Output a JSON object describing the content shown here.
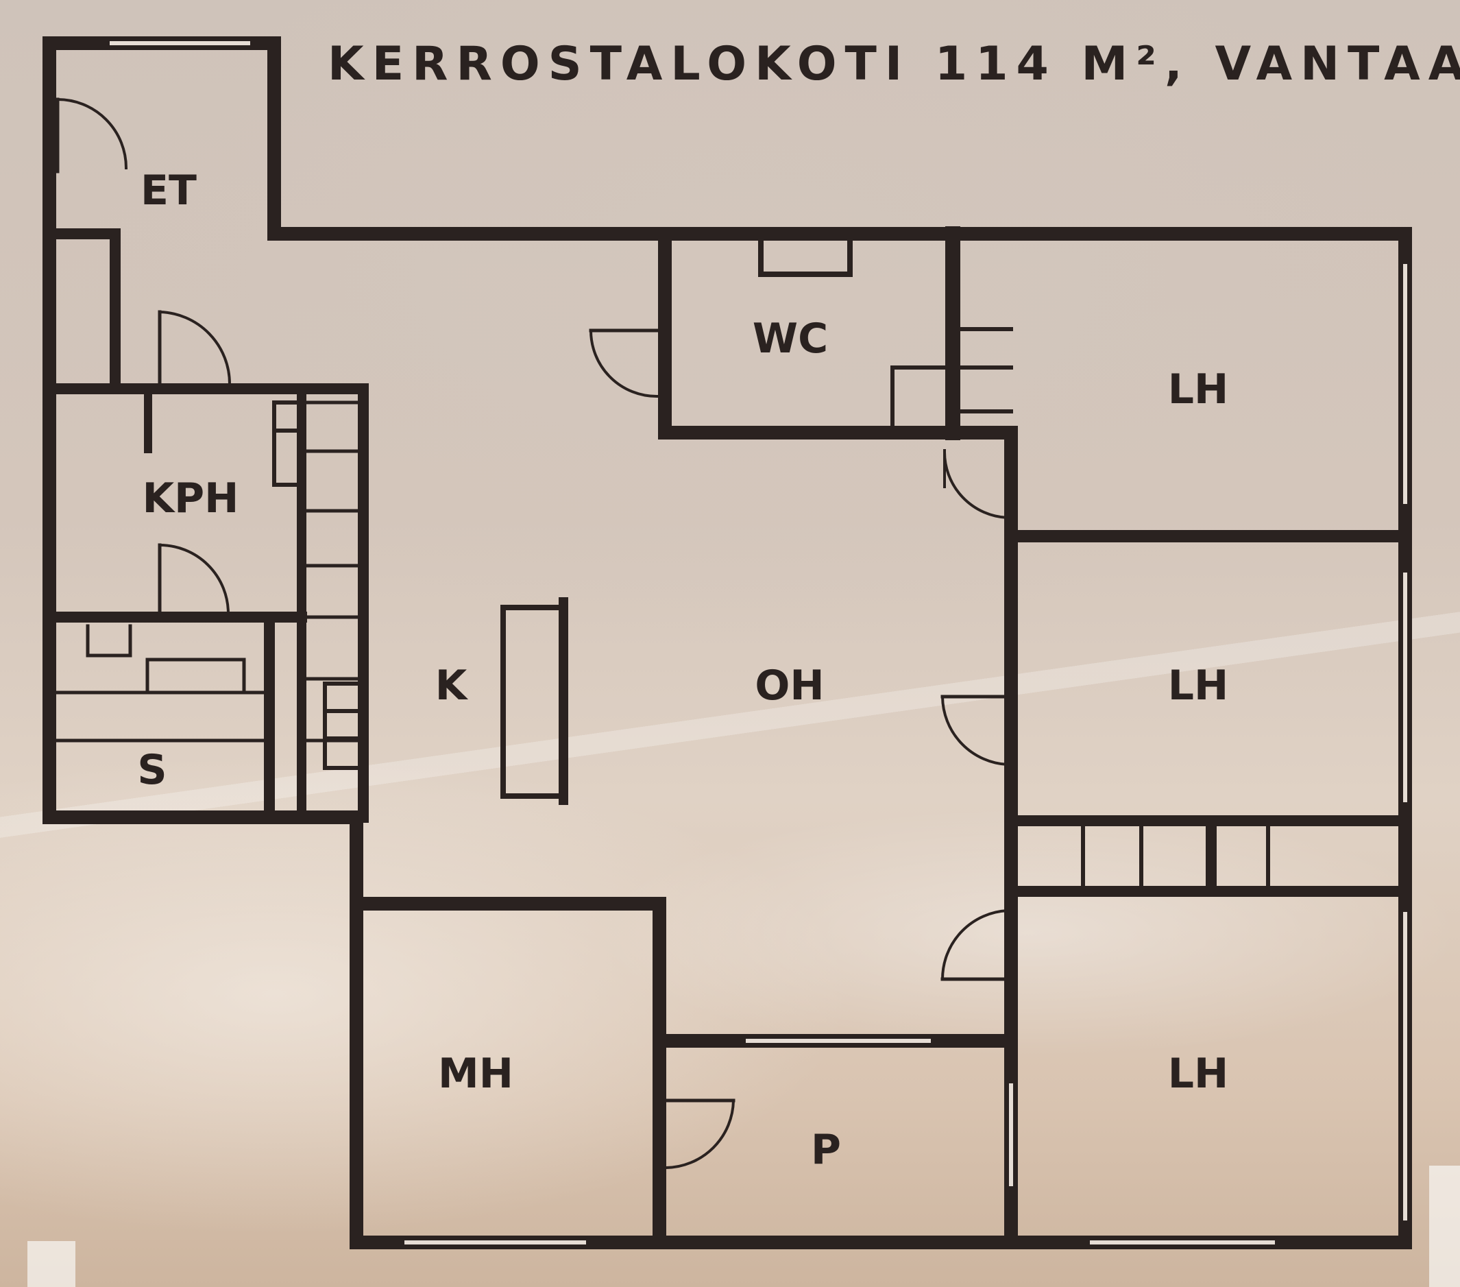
{
  "title": "KERROSTALOKOTI 114 M², VANTAA.",
  "rooms": {
    "et": "ET",
    "kph": "KPH",
    "s": "S",
    "k": "K",
    "oh": "OH",
    "wc": "WC",
    "lh1": "LH",
    "lh2": "LH",
    "lh3": "LH",
    "mh": "MH",
    "p": "P"
  },
  "colors": {
    "wall": "#2a2220",
    "window": "#e6ddd5"
  }
}
